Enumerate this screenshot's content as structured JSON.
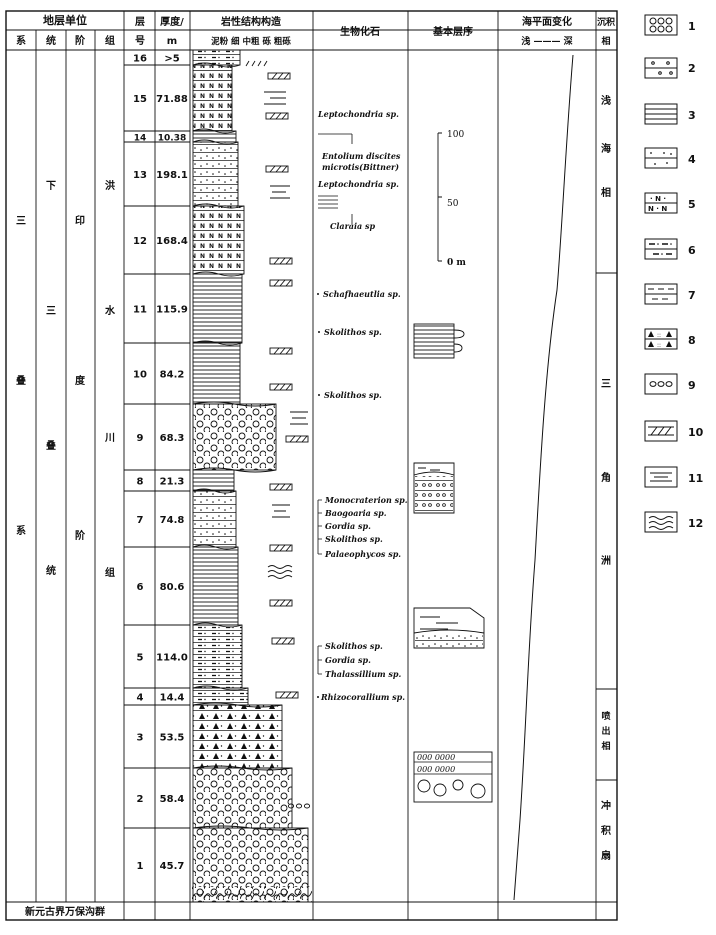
{
  "header": {
    "unit": "地层单位",
    "xi": "系",
    "tong": "统",
    "jie": "阶",
    "zu": "组",
    "layer_a": "层",
    "layer_b": "号",
    "thick_a": "厚度/",
    "thick_b": "m",
    "litho": "岩性结构构造",
    "grain": "泥粉 细 中粗 砾 粗砾",
    "fossil": "生物化石",
    "seq": "基本层序",
    "sea": "海平面变化",
    "sea_range": "浅 ——— 深",
    "facies_a": "沉积",
    "facies_b": "相"
  },
  "strat": {
    "xi": [
      "三",
      "叠",
      "系"
    ],
    "tong": [
      "下",
      "三",
      "叠",
      "统"
    ],
    "jie": [
      "印",
      "度",
      "阶"
    ],
    "zu": [
      "洪",
      "水",
      "川",
      "组"
    ],
    "base": "新元古界万保沟群"
  },
  "layers": [
    {
      "no": "16",
      "thick": ">5"
    },
    {
      "no": "15",
      "thick": "71.88"
    },
    {
      "no": "14",
      "thick": "10.38"
    },
    {
      "no": "13",
      "thick": "198.1"
    },
    {
      "no": "12",
      "thick": "168.4"
    },
    {
      "no": "11",
      "thick": "115.9"
    },
    {
      "no": "10",
      "thick": "84.2"
    },
    {
      "no": "9",
      "thick": "68.3"
    },
    {
      "no": "8",
      "thick": "21.3"
    },
    {
      "no": "7",
      "thick": "74.8"
    },
    {
      "no": "6",
      "thick": "80.6"
    },
    {
      "no": "5",
      "thick": "114.0"
    },
    {
      "no": "4",
      "thick": "14.4"
    },
    {
      "no": "3",
      "thick": "53.5"
    },
    {
      "no": "2",
      "thick": "58.4"
    },
    {
      "no": "1",
      "thick": "45.7"
    }
  ],
  "fossils": [
    "Leptochondria sp.",
    "Entolium discites",
    "microtis(Bittner)",
    "Leptochondria sp.",
    "Claraia sp",
    "Schafhaeutlia sp.",
    "Skolithos sp.",
    "Skolithos sp.",
    "Monocraterion sp.",
    "Baogoaria sp.",
    "Gordia sp.",
    "Skolithos sp.",
    "Palaeophycos sp.",
    "Skolithos sp.",
    "Gordia sp.",
    "Thalassillium sp.",
    "Rhizocorallium sp."
  ],
  "scale": {
    "top": "100",
    "mid": "50",
    "bottom": "0 m"
  },
  "facies": [
    "浅",
    "海",
    "相",
    "三",
    "角",
    "洲",
    "喷",
    "出",
    "相",
    "冲",
    "积",
    "扇"
  ],
  "legend": [
    "1",
    "2",
    "3",
    "4",
    "5",
    "6",
    "7",
    "8",
    "9",
    "10",
    "11",
    "12"
  ]
}
